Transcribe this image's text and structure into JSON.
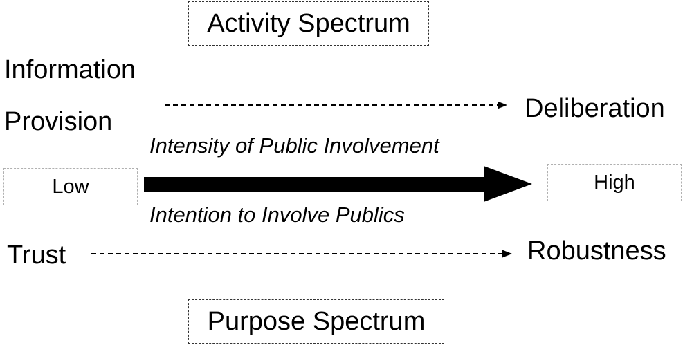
{
  "activity_spectrum": {
    "title": "Activity Spectrum",
    "start_line1": "Information",
    "start_line2": "Provision",
    "end": "Deliberation"
  },
  "intensity_axis": {
    "label_top": "Intensity of Public Involvement",
    "label_bottom": "Intention to Involve Publics",
    "low": "Low",
    "high": "High"
  },
  "purpose_spectrum": {
    "title": "Purpose Spectrum",
    "start": "Trust",
    "end": "Robustness"
  }
}
